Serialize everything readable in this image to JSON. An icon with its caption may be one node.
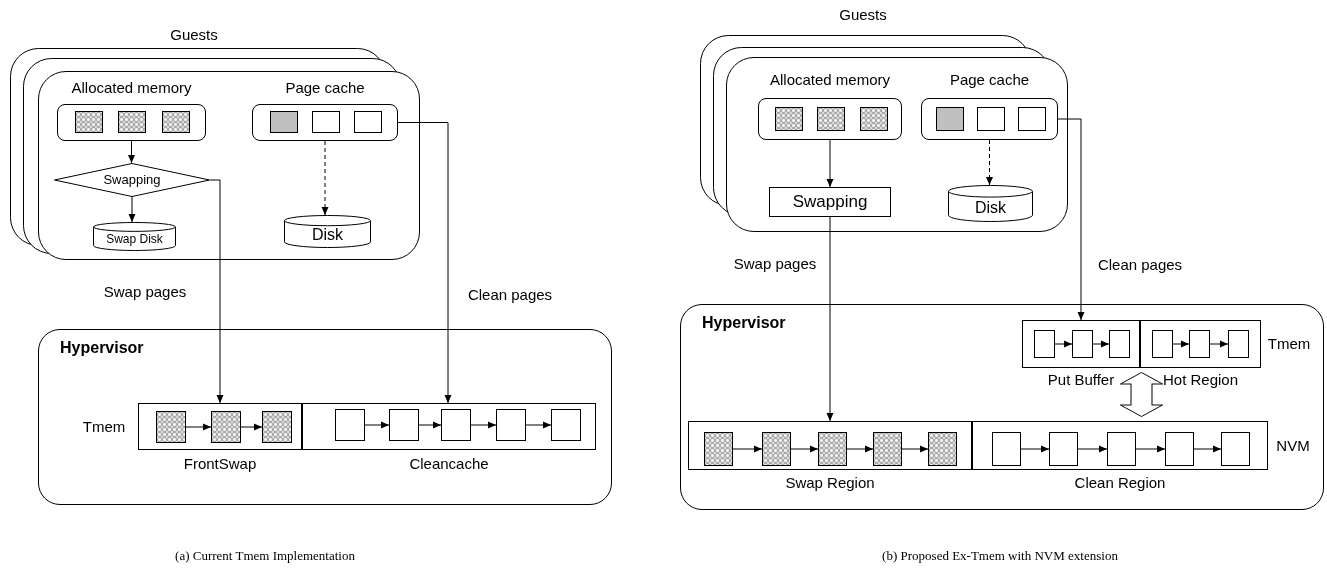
{
  "diagram": {
    "nodes": [
      {
        "text": [
          "Guests"
        ]
      },
      {
        "text": [
          "Allocated memory"
        ],
        "in": 0
      },
      {
        "text": [],
        "shape": "box",
        "in": 1
      },
      {
        "text": [],
        "shape": "box",
        "in": 1
      },
      {
        "text": [],
        "shape": "box",
        "in": 1
      },
      {
        "text": [
          "Page cache"
        ],
        "in": 0
      },
      {
        "text": [],
        "shape": "box",
        "in": 5
      },
      {
        "text": [],
        "shape": "box",
        "in": 5
      },
      {
        "text": [],
        "shape": "box",
        "in": 5
      },
      {
        "text": [
          "Swapping"
        ],
        "in": 0
      },
      {
        "text": [
          "Swap Disk"
        ],
        "in": 0
      },
      {
        "text": [
          "Disk"
        ],
        "in": 0
      },
      {
        "text": [
          "Hypervisor"
        ]
      },
      {
        "text": [
          "Tmem"
        ],
        "in": 12
      },
      {
        "text": [
          "FrontSwap"
        ],
        "in": 13
      },
      {
        "text": [],
        "shape": "box",
        "in": 14
      },
      {
        "text": [],
        "shape": "box",
        "in": 14
      },
      {
        "text": [],
        "shape": "box",
        "in": 14
      },
      {
        "text": [
          "Cleancache"
        ],
        "in": 13
      },
      {
        "text": [],
        "shape": "box",
        "in": 18
      },
      {
        "text": [],
        "shape": "box",
        "in": 18
      },
      {
        "text": [],
        "shape": "box",
        "in": 18
      },
      {
        "text": [],
        "shape": "box",
        "in": 18
      },
      {
        "text": [],
        "shape": "box",
        "in": 18
      },
      {
        "text": [
          "Guests"
        ]
      },
      {
        "text": [
          "Allocated memory"
        ],
        "in": 24
      },
      {
        "text": [],
        "shape": "box",
        "in": 25
      },
      {
        "text": [],
        "shape": "box",
        "in": 25
      },
      {
        "text": [],
        "shape": "box",
        "in": 25
      },
      {
        "text": [
          "Page cache"
        ],
        "in": 24
      },
      {
        "text": [],
        "shape": "box",
        "in": 29
      },
      {
        "text": [],
        "shape": "box",
        "in": 29
      },
      {
        "text": [],
        "shape": "box",
        "in": 29
      },
      {
        "text": [
          "Swapping"
        ],
        "in": 24
      },
      {
        "text": [
          "Disk"
        ],
        "in": 24
      },
      {
        "text": [
          "Hypervisor"
        ]
      },
      {
        "text": [
          "Tmem"
        ],
        "in": 35
      },
      {
        "text": [
          "Put Buffer"
        ],
        "in": 36
      },
      {
        "text": [],
        "shape": "box",
        "in": 37
      },
      {
        "text": [],
        "shape": "box",
        "in": 37
      },
      {
        "text": [],
        "shape": "box",
        "in": 37
      },
      {
        "text": [
          "Hot Region"
        ],
        "in": 36
      },
      {
        "text": [],
        "shape": "box",
        "in": 41
      },
      {
        "text": [],
        "shape": "box",
        "in": 41
      },
      {
        "text": [],
        "shape": "box",
        "in": 41
      },
      {
        "text": [
          "NVM"
        ],
        "in": 35
      },
      {
        "text": [
          "Swap Region"
        ],
        "in": 45
      },
      {
        "text": [],
        "shape": "box",
        "in": 46
      },
      {
        "text": [],
        "shape": "box",
        "in": 46
      },
      {
        "text": [],
        "shape": "box",
        "in": 46
      },
      {
        "text": [],
        "shape": "box",
        "in": 46
      },
      {
        "text": [],
        "shape": "box",
        "in": 46
      },
      {
        "text": [
          "Clean Region"
        ],
        "in": 45
      },
      {
        "text": [],
        "shape": "box",
        "in": 52
      },
      {
        "text": [],
        "shape": "box",
        "in": 52
      },
      {
        "text": [],
        "shape": "box",
        "in": 52
      },
      {
        "text": [],
        "shape": "box",
        "in": 52
      },
      {
        "text": [],
        "shape": "box",
        "in": 52
      }
    ],
    "edges": [
      {
        "from": 1,
        "to": 9,
        "arrow": "to"
      },
      {
        "from": 9,
        "to": 10,
        "arrow": "to"
      },
      {
        "from": 5,
        "to": 11,
        "arrow": "to",
        "style": "dashed"
      },
      {
        "from": 9,
        "to": 14,
        "arrow": "to",
        "label": "Swap pages"
      },
      {
        "from": 5,
        "to": 18,
        "arrow": "to",
        "label": "Clean pages"
      },
      {
        "from": 15,
        "to": 16,
        "arrow": "to"
      },
      {
        "from": 16,
        "to": 17,
        "arrow": "to"
      },
      {
        "from": 19,
        "to": 20,
        "arrow": "to"
      },
      {
        "from": 20,
        "to": 21,
        "arrow": "to"
      },
      {
        "from": 21,
        "to": 22,
        "arrow": "to"
      },
      {
        "from": 22,
        "to": 23,
        "arrow": "to"
      },
      {
        "from": 25,
        "to": 33,
        "arrow": "to"
      },
      {
        "from": 29,
        "to": 34,
        "arrow": "to",
        "style": "dashed"
      },
      {
        "from": 33,
        "to": 46,
        "arrow": "to",
        "label": "Swap pages"
      },
      {
        "from": 29,
        "to": 37,
        "arrow": "to",
        "label": "Clean pages"
      },
      {
        "from": 36,
        "to": 45,
        "arrow": "both",
        "style": "thick"
      },
      {
        "from": 38,
        "to": 39,
        "arrow": "to"
      },
      {
        "from": 39,
        "to": 40,
        "arrow": "to"
      },
      {
        "from": 42,
        "to": 43,
        "arrow": "to"
      },
      {
        "from": 43,
        "to": 44,
        "arrow": "to"
      },
      {
        "from": 47,
        "to": 48,
        "arrow": "to"
      },
      {
        "from": 48,
        "to": 49,
        "arrow": "to"
      },
      {
        "from": 49,
        "to": 50,
        "arrow": "to"
      },
      {
        "from": 50,
        "to": 51,
        "arrow": "to"
      },
      {
        "from": 53,
        "to": 54,
        "arrow": "to"
      },
      {
        "from": 54,
        "to": 55,
        "arrow": "to"
      },
      {
        "from": 55,
        "to": 56,
        "arrow": "to"
      },
      {
        "from": 56,
        "to": 57,
        "arrow": "to"
      }
    ],
    "labels": [
      "(a) Current Tmem Implementation",
      "(b) Proposed Ex-Tmem with NVM extension"
    ]
  }
}
